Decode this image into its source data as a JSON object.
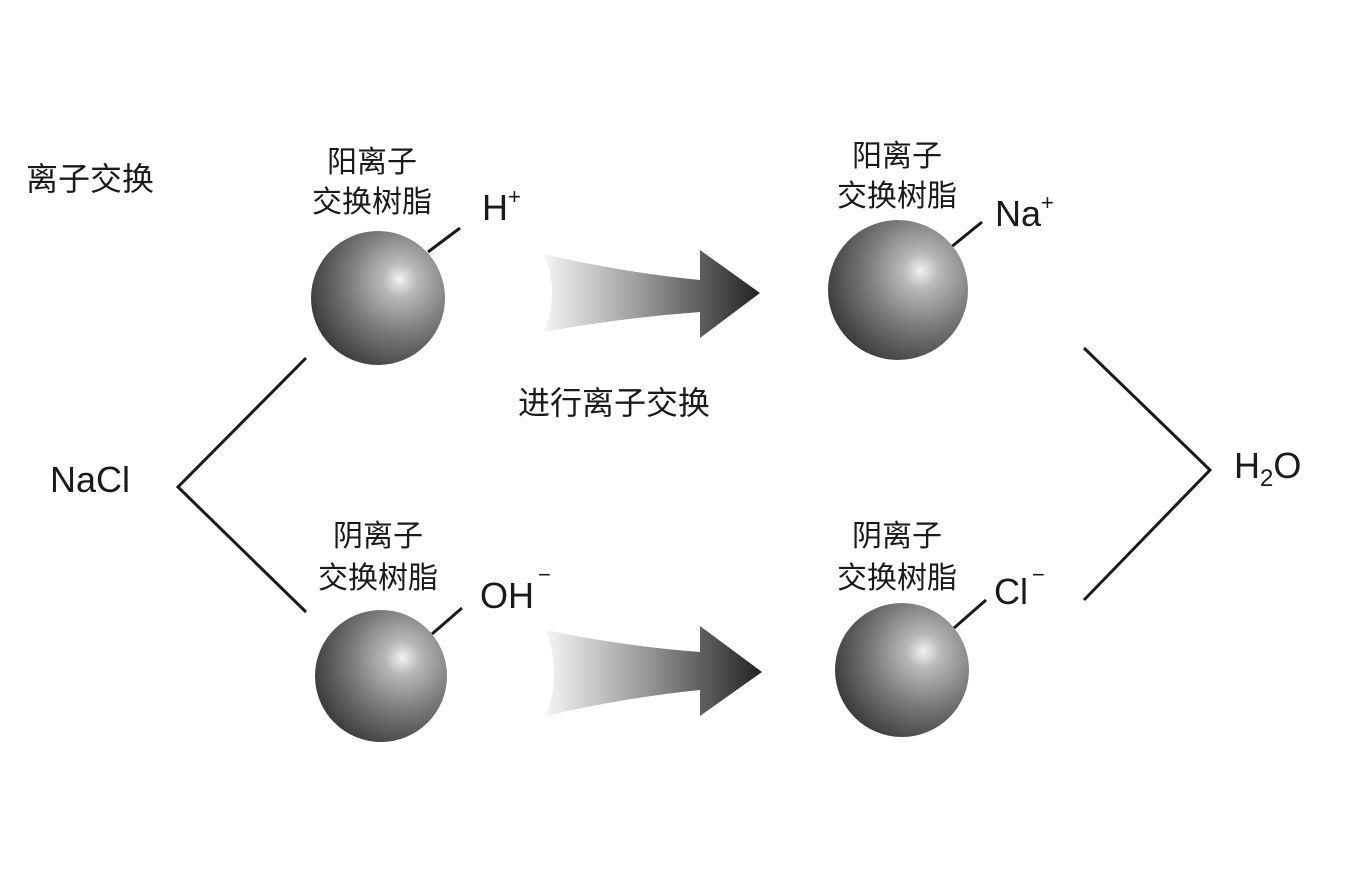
{
  "title": "离子交换",
  "process_label": "进行离子交换",
  "input": "NaCl",
  "output": {
    "main": "H",
    "sub": "2",
    "tail": "O"
  },
  "resins": [
    {
      "id": "cation-before",
      "name_line1": "阳离子",
      "name_line2": "交换树脂",
      "ion": {
        "base": "H",
        "charge": "+"
      }
    },
    {
      "id": "cation-after",
      "name_line1": "阳离子",
      "name_line2": "交换树脂",
      "ion": {
        "base": "Na",
        "charge": "+"
      }
    },
    {
      "id": "anion-before",
      "name_line1": "阴离子",
      "name_line2": "交换树脂",
      "ion": {
        "base": "OH",
        "charge": "−"
      }
    },
    {
      "id": "anion-after",
      "name_line1": "阴离子",
      "name_line2": "交换树脂",
      "ion": {
        "base": "Cl",
        "charge": "−"
      }
    }
  ],
  "colors": {
    "ink": "#1a1a1a",
    "sphere_dark": "#3a3a3a",
    "sphere_mid": "#8a8a8a",
    "sphere_light": "#f2f2f2",
    "arrow_dark": "#222222",
    "arrow_light": "#f4f4f4"
  }
}
